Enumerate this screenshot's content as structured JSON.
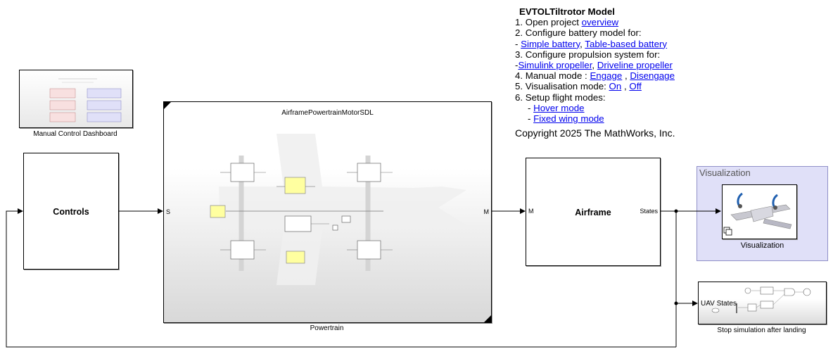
{
  "notes": {
    "title": "EVTOLTiltrotor Model",
    "step1_prefix": "1. Open project ",
    "step1_link": "overview",
    "step2": "2. Configure battery model for:",
    "step2_dash": "- ",
    "step2_link1": "Simple battery",
    "step2_sep": ", ",
    "step2_link2": "Table-based battery",
    "step3": "3. Configure propulsion system for:",
    "step3_dash": "-",
    "step3_link1": "Simulink propeller",
    "step3_sep": ", ",
    "step3_link2": "Driveline propeller",
    "step4_prefix": "4. Manual mode : ",
    "step4_link1": "Engage",
    "step4_sep": " , ",
    "step4_link2": "Disengage",
    "step5_prefix": "5. Visualisation mode: ",
    "step5_link1": "On",
    "step5_sep": " , ",
    "step5_link2": "Off",
    "step6": "6. Setup flight modes:",
    "step6_dash1": "- ",
    "step6_link1": "Hover mode",
    "step6_dash2": "- ",
    "step6_link2": "Fixed wing mode",
    "copyright": "Copyright 2025 The MathWorks, Inc."
  },
  "blocks": {
    "dashboard_label": "Manual Control Dashboard",
    "controls_title": "Controls",
    "controls_port_out": "S",
    "powertrain_title": "AirframePowertrainMotorSDL",
    "powertrain_label": "Powertrain",
    "powertrain_port_in": "S",
    "powertrain_port_out": "M",
    "airframe_title": "Airframe",
    "airframe_port_in": "M",
    "airframe_port_out": "States",
    "visualization_area_title": "Visualization",
    "visualization_label": "Visualization",
    "stop_title": "UAV States",
    "stop_label": "Stop simulation after landing"
  },
  "colors": {
    "link": "#0000ee",
    "viz_area_fill": "#e0e0f8",
    "viz_area_border": "#9090c8",
    "subsystem_yellow": "#ffffa0",
    "aircraft_blue": "#2060b0"
  }
}
